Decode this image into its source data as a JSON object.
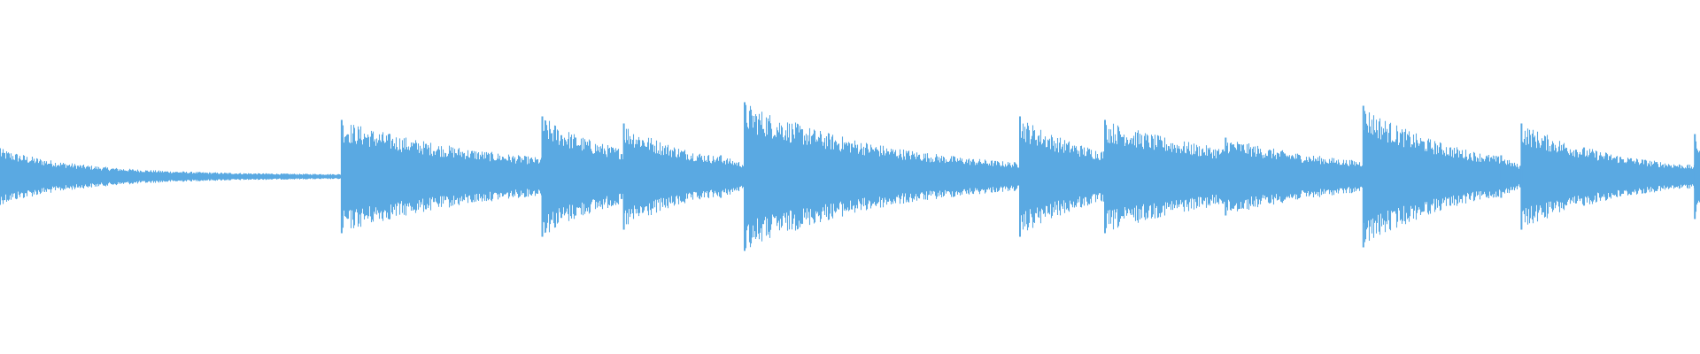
{
  "waveform": {
    "color": "#5aa9e2",
    "background": "#ffffff",
    "duration_fraction_note": "",
    "onsets": [
      {
        "start": 0.0,
        "peak": 0.08,
        "decay": 0.05,
        "floor": 0.006
      },
      {
        "start": 0.201,
        "peak": 0.16,
        "decay": 0.1,
        "floor": 0.006
      },
      {
        "start": 0.319,
        "peak": 0.17,
        "decay": 0.045,
        "floor": 0.03
      },
      {
        "start": 0.367,
        "peak": 0.15,
        "decay": 0.045,
        "floor": 0.02
      },
      {
        "start": 0.424,
        "peak": 0.06,
        "decay": 0.02,
        "floor": 0.02
      },
      {
        "start": 0.438,
        "peak": 0.21,
        "decay": 0.09,
        "floor": 0.006
      },
      {
        "start": 0.6,
        "peak": 0.17,
        "decay": 0.045,
        "floor": 0.025
      },
      {
        "start": 0.65,
        "peak": 0.16,
        "decay": 0.09,
        "floor": 0.012
      },
      {
        "start": 0.721,
        "peak": 0.11,
        "decay": 0.08,
        "floor": 0.006
      },
      {
        "start": 0.802,
        "peak": 0.2,
        "decay": 0.06,
        "floor": 0.006
      },
      {
        "start": 0.883,
        "peak": 0.06,
        "decay": 0.015,
        "floor": 0.01
      },
      {
        "start": 0.895,
        "peak": 0.15,
        "decay": 0.06,
        "floor": 0.006
      },
      {
        "start": 0.997,
        "peak": 0.12,
        "decay": 0.01,
        "floor": 0.006
      }
    ]
  }
}
